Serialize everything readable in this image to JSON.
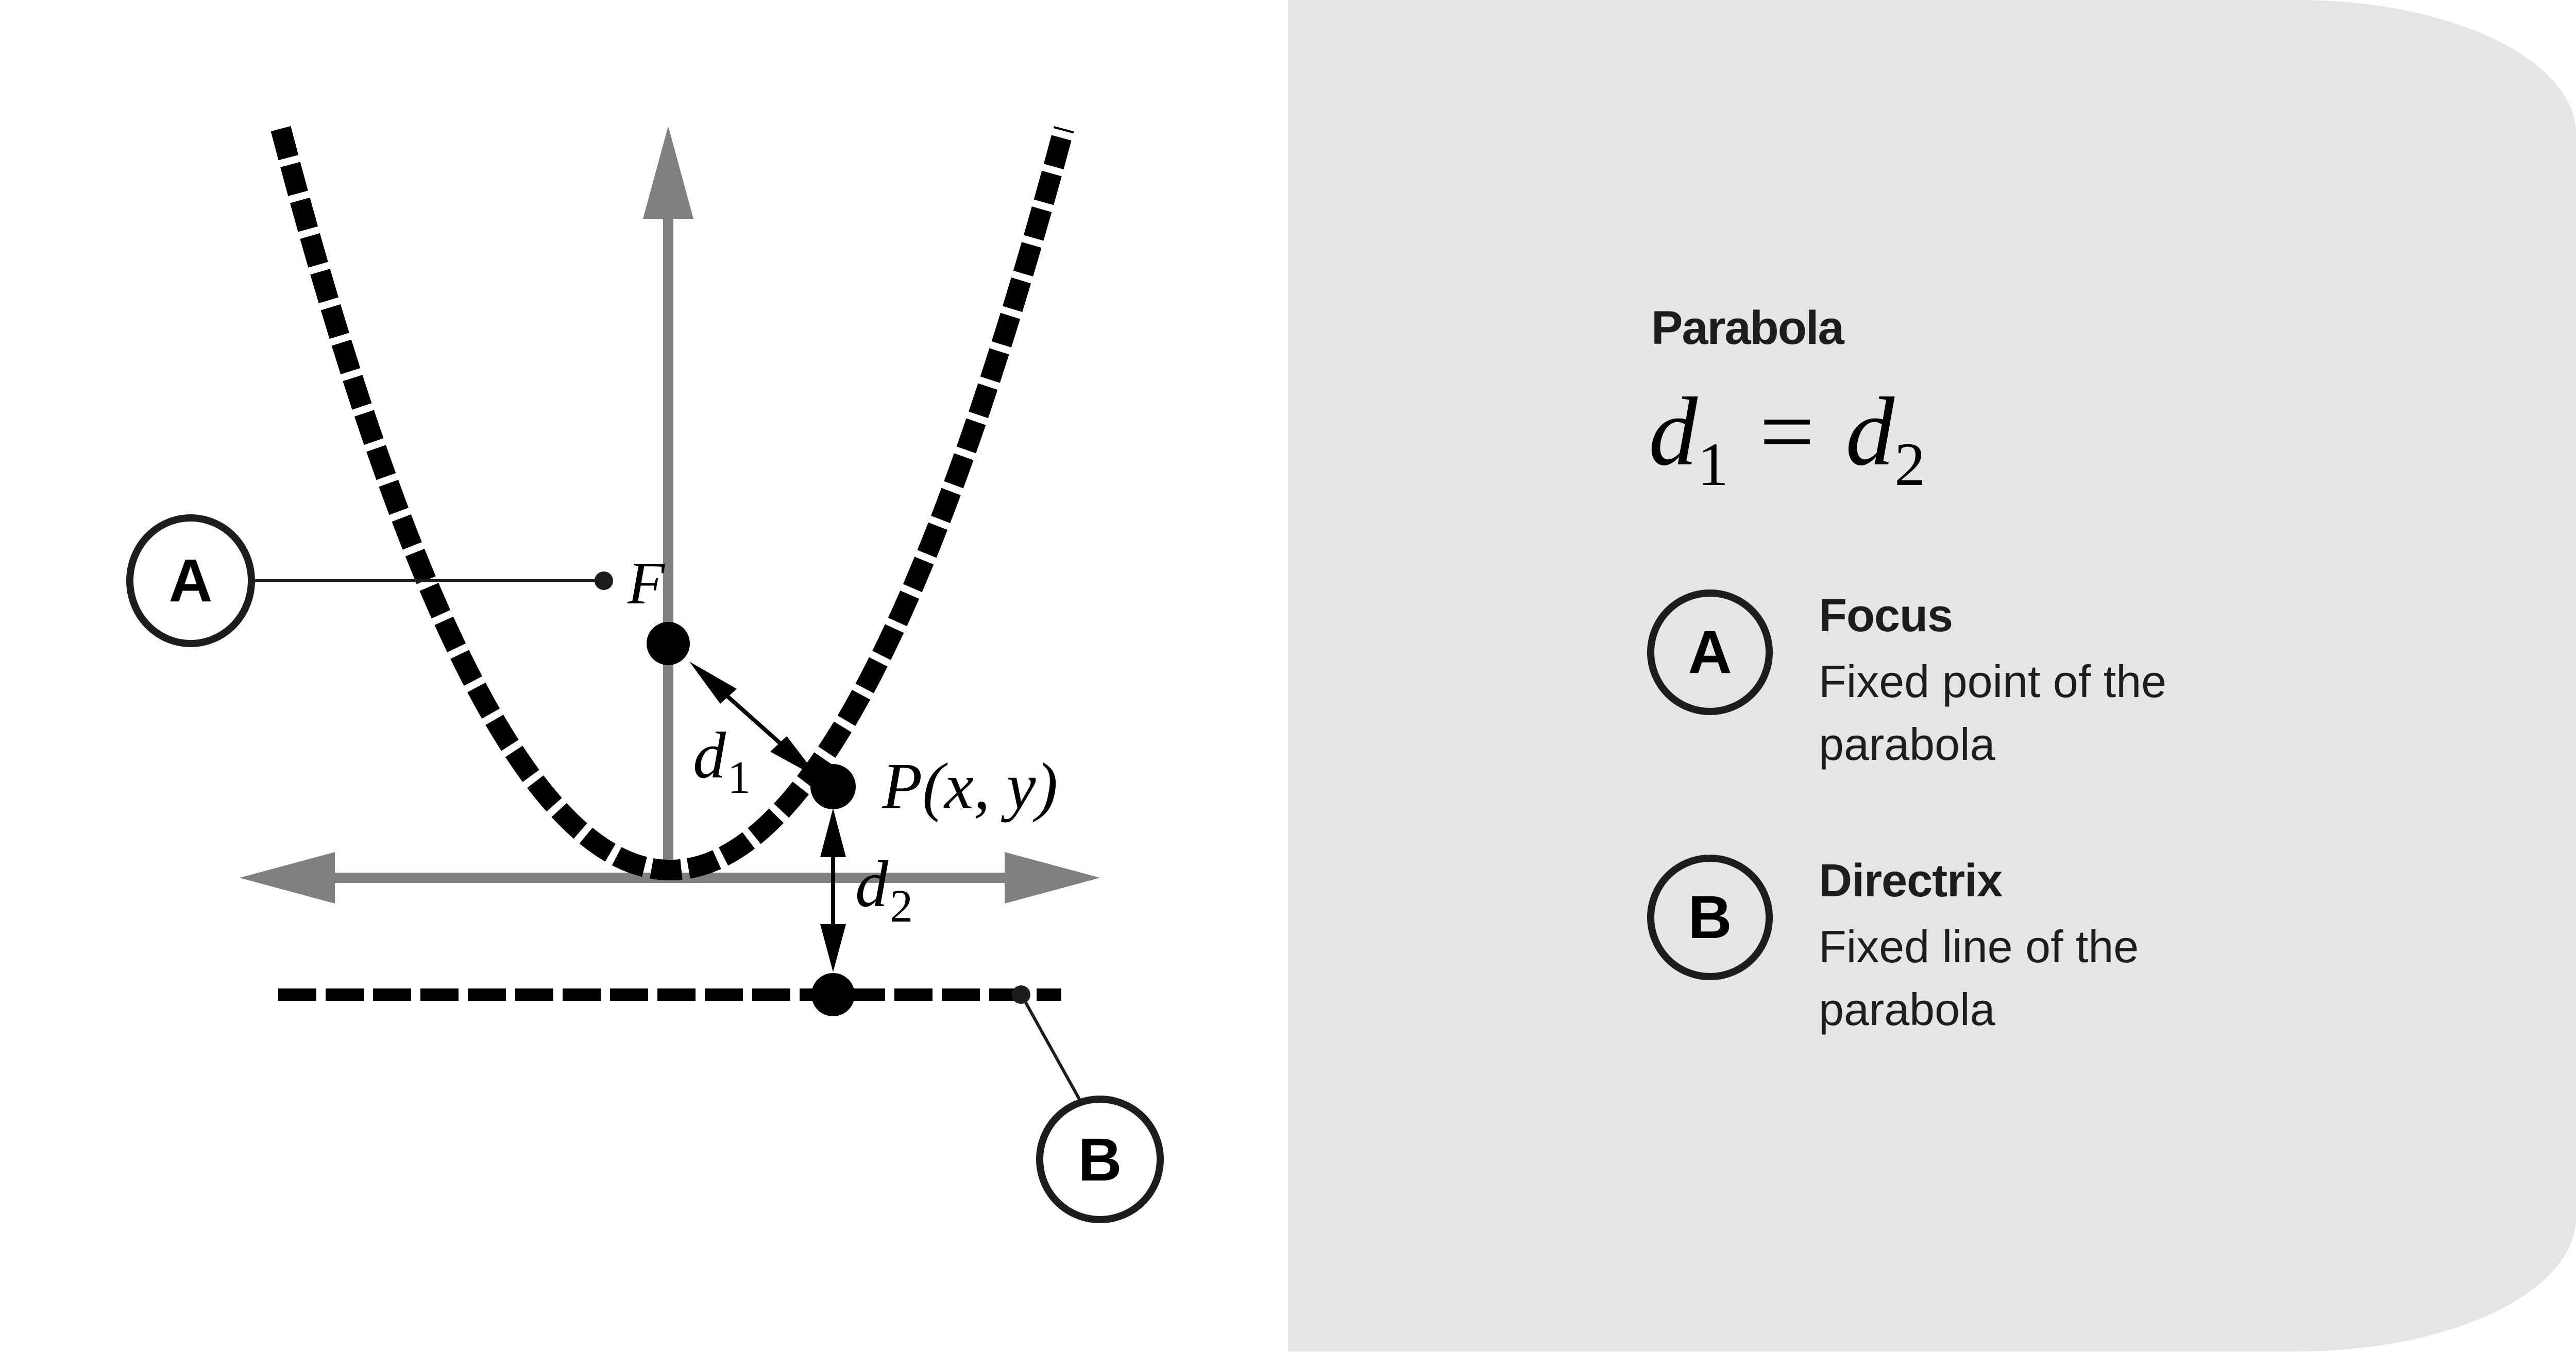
{
  "diagram": {
    "focus_label": "F",
    "point_label": "P(x, y)",
    "d1_label": "d",
    "d1_sub": "1",
    "d2_label": "d",
    "d2_sub": "2",
    "callouts": [
      {
        "letter": "A",
        "target": "focus"
      },
      {
        "letter": "B",
        "target": "directrix"
      }
    ],
    "colors": {
      "axis": "#808080",
      "curve": "#000000",
      "callout": "#1d1d1b"
    }
  },
  "panel": {
    "title": "Parabola",
    "formula": {
      "lhs": "d",
      "lhs_sub": "1",
      "op": "=",
      "rhs": "d",
      "rhs_sub": "2"
    },
    "legend": [
      {
        "letter": "A",
        "term": "Focus",
        "description": "Fixed point of the parabola"
      },
      {
        "letter": "B",
        "term": "Directrix",
        "description": "Fixed line of the parabola"
      }
    ],
    "background": "#e6e5e3"
  }
}
